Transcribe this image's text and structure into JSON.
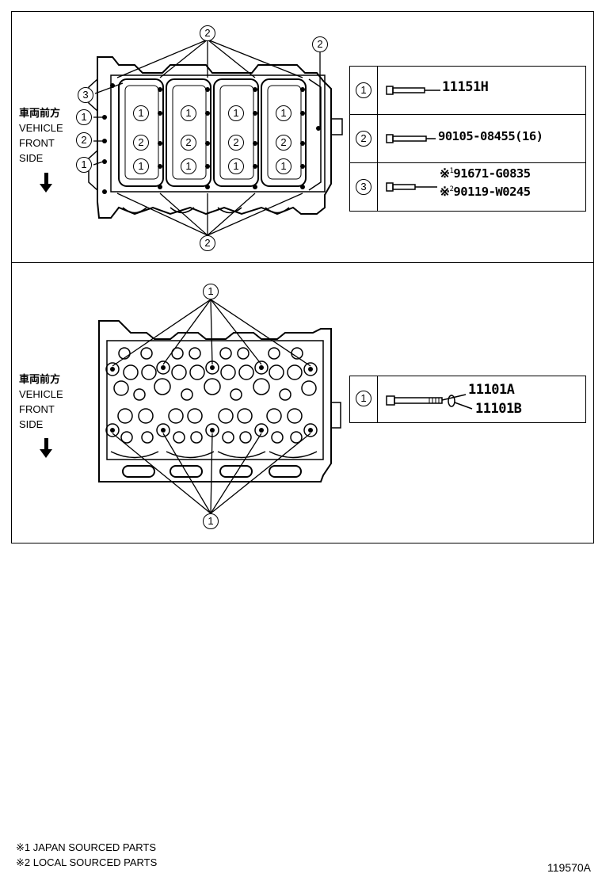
{
  "top_view": {
    "direction": {
      "jp": "車両前方",
      "line1": "VEHICLE",
      "line2": "FRONT",
      "line3": "SIDE"
    },
    "callouts": {
      "one": "1",
      "two": "2",
      "three": "3"
    },
    "legend": [
      {
        "num": "1",
        "part": "11151H"
      },
      {
        "num": "2",
        "part": "90105-08455(16)"
      },
      {
        "num": "3",
        "mark1": "※",
        "sup1": "1",
        "part1": "91671-G0835",
        "mark2": "※",
        "sup2": "2",
        "part2": "90119-W0245"
      }
    ]
  },
  "bottom_view": {
    "direction": {
      "jp": "車両前方",
      "line1": "VEHICLE",
      "line2": "FRONT",
      "line3": "SIDE"
    },
    "callouts": {
      "one": "1"
    },
    "legend": [
      {
        "num": "1",
        "part_a": "11101A",
        "part_b": "11101B"
      }
    ]
  },
  "footnotes": [
    "※1 JAPAN SOURCED PARTS",
    "※2 LOCAL SOURCED PARTS"
  ],
  "reference_code": "119570A"
}
